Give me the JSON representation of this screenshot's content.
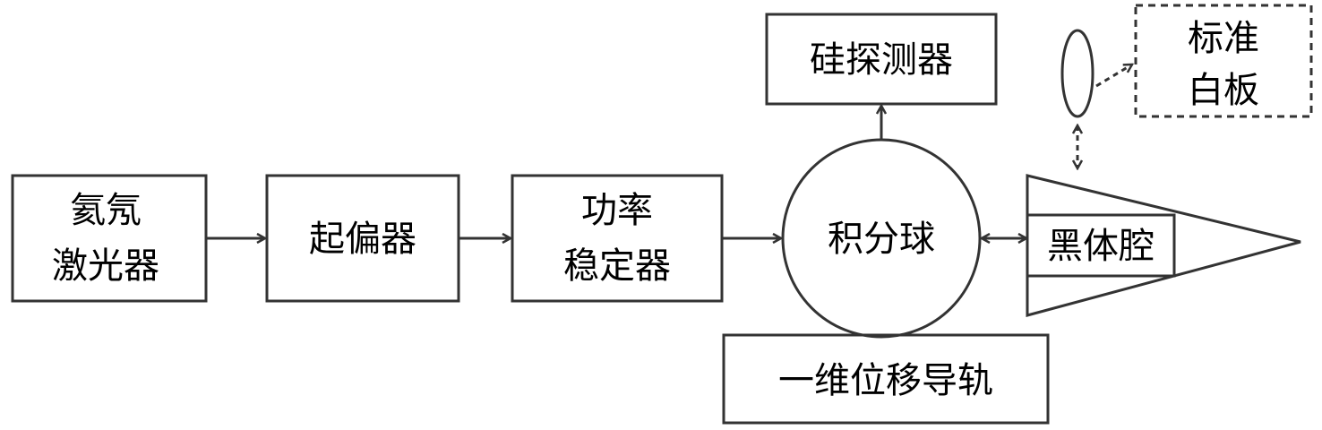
{
  "nodes": {
    "laser": {
      "line1": "氦氖",
      "line2": "激光器"
    },
    "polarizer": {
      "label": "起偏器"
    },
    "stabilizer": {
      "line1": "功率",
      "line2": "稳定器"
    },
    "sphere": {
      "label": "积分球"
    },
    "detector": {
      "label": "硅探测器"
    },
    "rail": {
      "label": "一维位移导轨"
    },
    "blackbody": {
      "label": "黑体腔"
    },
    "whiteboard": {
      "line1": "标准",
      "line2": "白板"
    }
  },
  "colors": {
    "stroke": "#333333",
    "text": "#000000",
    "background": "#ffffff"
  }
}
